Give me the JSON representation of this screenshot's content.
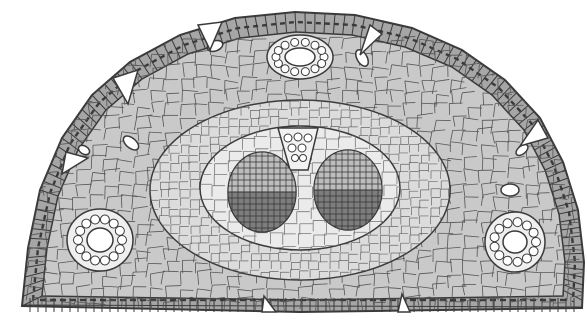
{
  "figure": {
    "description_text": "",
    "colors": {
      "background": "#ffffff",
      "outline": "#3a3a3a",
      "epidermis": "#a6a6a6",
      "tissue": "#c9c9c9",
      "inner_ring": "#dcdcdc",
      "core": "#ebebeb",
      "cell_lines": "#555555",
      "bundle_dark": "#7d7d7d",
      "bundle_mid": "#9a9a9a",
      "bundle_light": "#bdbdbd",
      "small_bundle_ring": "#efefef"
    },
    "structures": [
      {
        "name": "epidermis-layer"
      },
      {
        "name": "ground-tissue"
      },
      {
        "name": "inner-cell-ring"
      },
      {
        "name": "central-core"
      },
      {
        "name": "vascular-bundle-left"
      },
      {
        "name": "vascular-bundle-right"
      },
      {
        "name": "small-bundle-top"
      },
      {
        "name": "small-bundle-left"
      },
      {
        "name": "small-bundle-right"
      },
      {
        "name": "air-spaces"
      },
      {
        "name": "lateral-notches"
      }
    ]
  }
}
